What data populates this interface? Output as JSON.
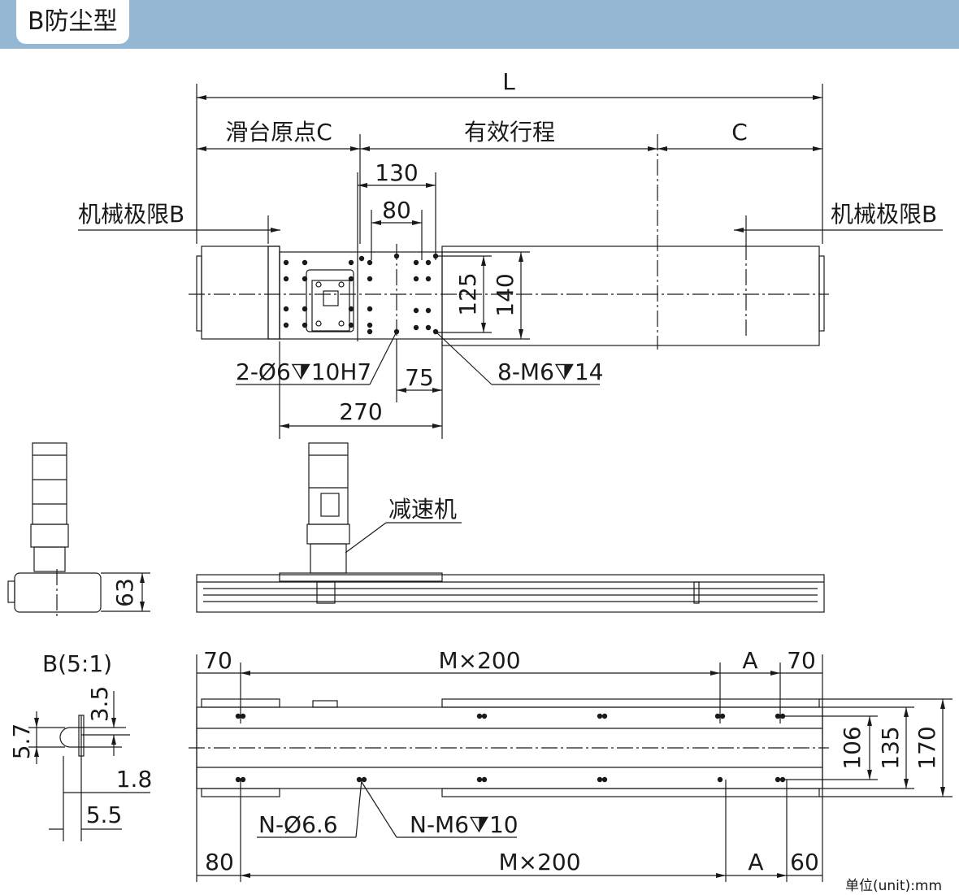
{
  "header": {
    "title": "B防尘型"
  },
  "top_view": {
    "overall_length": "L",
    "origin_label": "滑台原点C",
    "stroke_label": "有效行程",
    "end_label": "C",
    "limit_left": "机械极限B",
    "limit_right": "机械极限B",
    "dim_130": "130",
    "dim_80": "80",
    "dim_125": "125",
    "dim_140": "140",
    "dim_75": "75",
    "dim_270": "270",
    "pin_holes": "2-Ø6⧩10H7",
    "tap_holes": "8-M6⧩14"
  },
  "side_view": {
    "reducer_label": "减速机",
    "height_63": "63"
  },
  "detail": {
    "title": "B(5:1)",
    "d_3_5": "3.5",
    "d_5_7": "5.7",
    "d_1_8": "1.8",
    "d_5_5": "5.5"
  },
  "bottom_view": {
    "top_70_left": "70",
    "top_pitch": "M×200",
    "top_A": "A",
    "top_70_right": "70",
    "dim_106": "106",
    "dim_135": "135",
    "dim_170": "170",
    "through_holes": "N-Ø6.6",
    "tap_holes": "N-M6⧩10",
    "bot_80": "80",
    "bot_pitch": "M×200",
    "bot_A": "A",
    "bot_60": "60"
  },
  "unit_note": "单位(unit):mm"
}
